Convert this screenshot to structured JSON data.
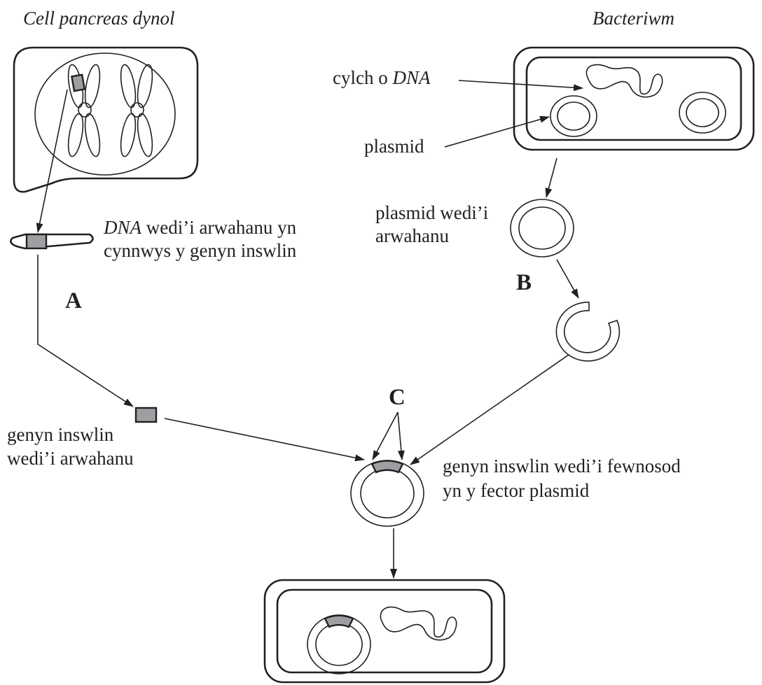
{
  "labels": {
    "human_cell_title": "Cell pancreas dynol",
    "bacterium_title": "Bacteriwm",
    "dna_circle_prefix": "cylch o ",
    "dna_circle_dna": "DNA",
    "plasmid": "plasmid",
    "plasmid_isolated_line1": "plasmid wedi’i",
    "plasmid_isolated_line2": "arwahanu",
    "dna_isolated_dna": "DNA",
    "dna_isolated_line1_rest": " wedi’i arwahanu yn",
    "dna_isolated_line2": "cynnwys y genyn inswlin",
    "label_a": "A",
    "label_b": "B",
    "label_c": "C",
    "gene_isolated_line1": "genyn inswlin",
    "gene_isolated_line2": "wedi’i arwahanu",
    "gene_inserted_line1": "genyn inswlin wedi’i fewnosod",
    "gene_inserted_line2": "yn y fector plasmid"
  },
  "colors": {
    "line": "#231f20",
    "gene_fill": "#9d9fa2",
    "background": "#ffffff"
  }
}
